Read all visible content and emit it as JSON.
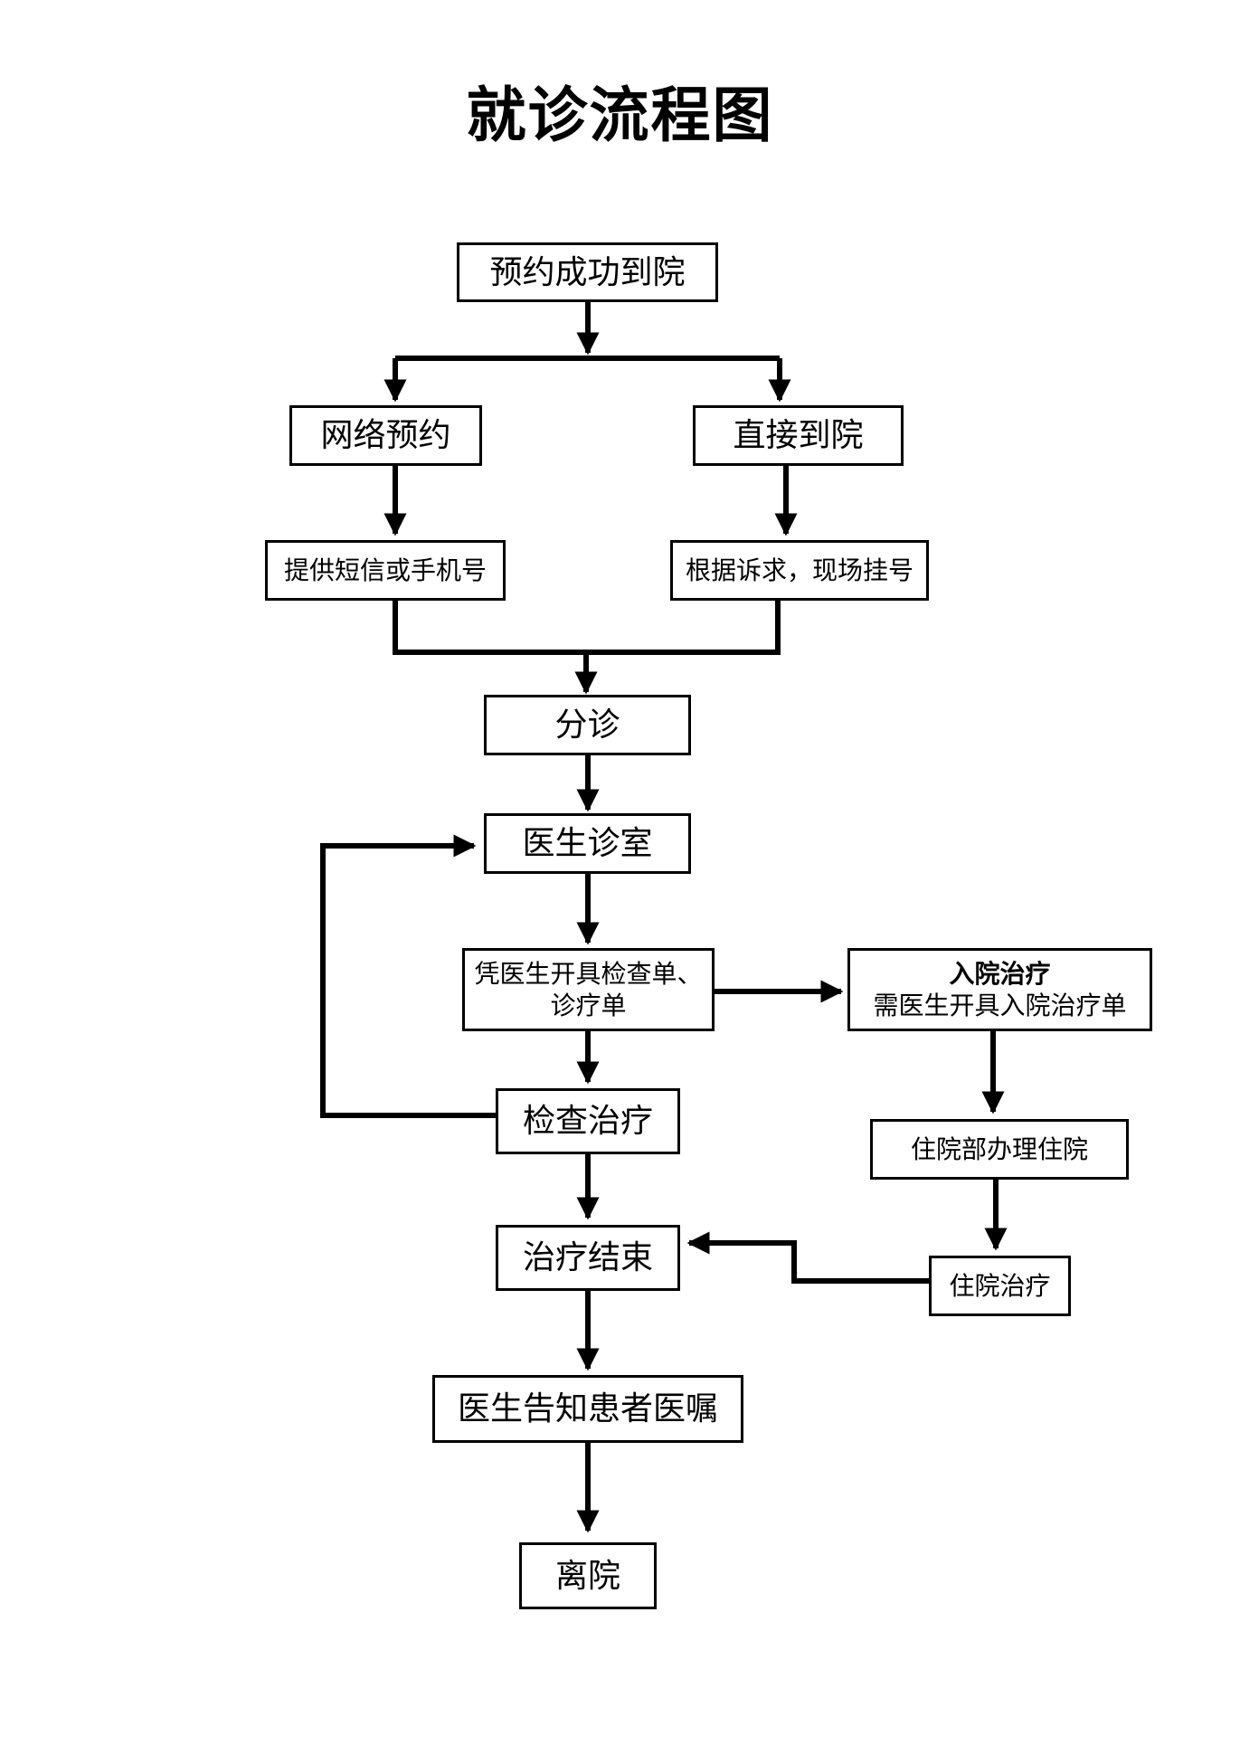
{
  "title": "就诊流程图",
  "nodes": {
    "arrive": "预约成功到院",
    "online_booking": "网络预约",
    "walk_in": "直接到院",
    "provide_sms": "提供短信或手机号",
    "onsite_register": "根据诉求，现场挂号",
    "triage": "分诊",
    "doctor_office": "医生诊室",
    "exam_order_line1": "凭医生开具检查单、",
    "exam_order_line2": "诊疗单",
    "admission_title": "入院治疗",
    "admission_subtitle": "需医生开具入院治疗单",
    "examination": "检查治疗",
    "inpatient_register": "住院部办理住院",
    "treatment_end": "治疗结束",
    "inpatient_treatment": "住院治疗",
    "doctor_advice": "医生告知患者医嘱",
    "discharge": "离院"
  },
  "colors": {
    "line": "#000000",
    "box_border": "#000000",
    "background": "#ffffff"
  }
}
